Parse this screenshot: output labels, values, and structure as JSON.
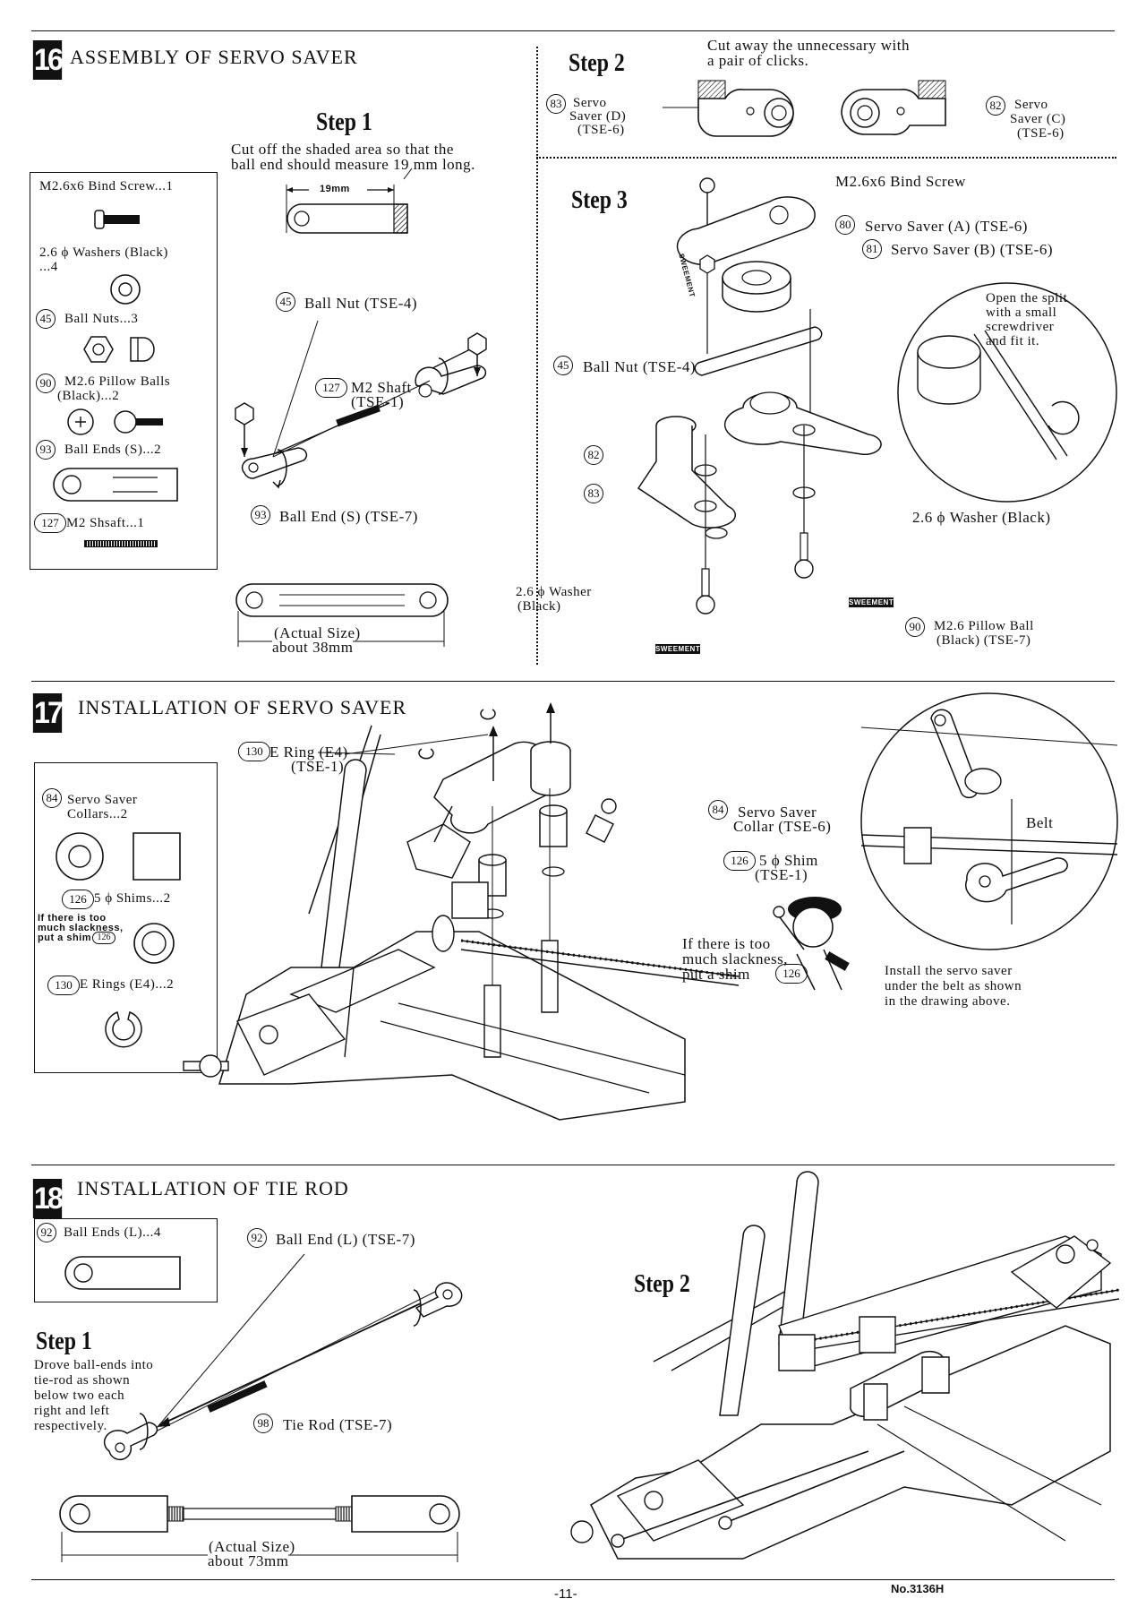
{
  "s16": {
    "badge": "16",
    "title": "ASSEMBLY OF SERVO SAVER",
    "parts": {
      "bind_screw": "M2.6x6 Bind Screw...1",
      "washers_1": "2.6 ϕ Washers (Black)",
      "washers_2": "...4",
      "ball_nuts_num": "45",
      "ball_nuts": "Ball Nuts...3",
      "pillow_num": "90",
      "pillow_1": "M2.6 Pillow Balls",
      "pillow_2": "(Black)...2",
      "ball_ends_num": "93",
      "ball_ends": "Ball Ends (S)...2",
      "shaft_num": "127",
      "shaft": "M2 Shsaft...1"
    },
    "step1": {
      "title": "Step 1",
      "note_1": "Cut off the shaded area so that the",
      "note_2": "ball end should measure 19 mm long.",
      "measure": "19mm",
      "ball_nut_num": "45",
      "ball_nut": "Ball Nut (TSE-4)",
      "shaft_num": "127",
      "shaft_1": "M2 Shaft",
      "shaft_2": "(TSE-1)",
      "ball_end_num": "93",
      "ball_end": "Ball End (S) (TSE-7)",
      "actual_1": "(Actual Size)",
      "actual_2": "about 38mm"
    },
    "step2": {
      "title": "Step 2",
      "note_1": "Cut away the unnecessary with",
      "note_2": "a pair of clicks.",
      "d_num": "83",
      "d_1": "Servo",
      "d_2": "Saver (D)",
      "d_3": "(TSE-6)",
      "c_num": "82",
      "c_1": "Servo",
      "c_2": "Saver (C)",
      "c_3": "(TSE-6)"
    },
    "step3": {
      "title": "Step 3",
      "screw": "M2.6x6 Bind Screw",
      "a_num": "80",
      "a": "Servo Saver (A) (TSE-6)",
      "b_num": "81",
      "b": "Servo Saver (B) (TSE-6)",
      "split_1": "Open the split",
      "split_2": "with a small",
      "split_3": "screwdriver",
      "split_4": "and fit it.",
      "nut_num": "45",
      "nut": "Ball Nut (TSE-4)",
      "n82": "82",
      "n83": "83",
      "washer_r": "2.6 ϕ Washer (Black)",
      "washer_l1": "2.6 ϕ Washer",
      "washer_l2": "(Black)",
      "pillow_num": "90",
      "pillow_1": "M2.6 Pillow Ball",
      "pillow_2": "(Black) (TSE-7)",
      "tag": "SWEEMENT"
    }
  },
  "s17": {
    "badge": "17",
    "title": "INSTALLATION OF SERVO SAVER",
    "parts": {
      "collars_num": "84",
      "collars_1": "Servo Saver",
      "collars_2": "Collars...2",
      "shims_num": "126",
      "shims": "5 ϕ Shims...2",
      "shim_note_1": "If there is too",
      "shim_note_2": "much slackness,",
      "shim_note_3": "put a shim",
      "shim_note_num": "126",
      "erings_num": "130",
      "erings": "E Rings (E4)...2"
    },
    "ering_num": "130",
    "ering_1": "E Ring (E4)",
    "ering_2": "(TSE-1)",
    "collar_num": "84",
    "collar_1": "Servo Saver",
    "collar_2": "Collar (TSE-6)",
    "shim_num": "126",
    "shim_1": "5 ϕ Shim",
    "shim_2": "(TSE-1)",
    "slack_1": "If there is too",
    "slack_2": "much slackness,",
    "slack_3": "put a shim",
    "slack_num": "126",
    "belt": "Belt",
    "install_1": "Install the servo saver",
    "install_2": "under the belt as shown",
    "install_3": "in the drawing above."
  },
  "s18": {
    "badge": "18",
    "title": "INSTALLATION OF TIE ROD",
    "parts_num": "92",
    "parts": "Ball Ends (L)...4",
    "ball_end_num": "92",
    "ball_end": "Ball End (L) (TSE-7)",
    "step1": "Step 1",
    "note_1": "Drove ball-ends into",
    "note_2": "tie-rod as shown",
    "note_3": "below two each",
    "note_4": "right and left",
    "note_5": "respectively.",
    "rod_num": "98",
    "rod": "Tie Rod (TSE-7)",
    "actual_1": "(Actual Size)",
    "actual_2": "about 73mm",
    "step2": "Step 2"
  },
  "footer": {
    "page": "-11-",
    "code": "No.3136H"
  }
}
